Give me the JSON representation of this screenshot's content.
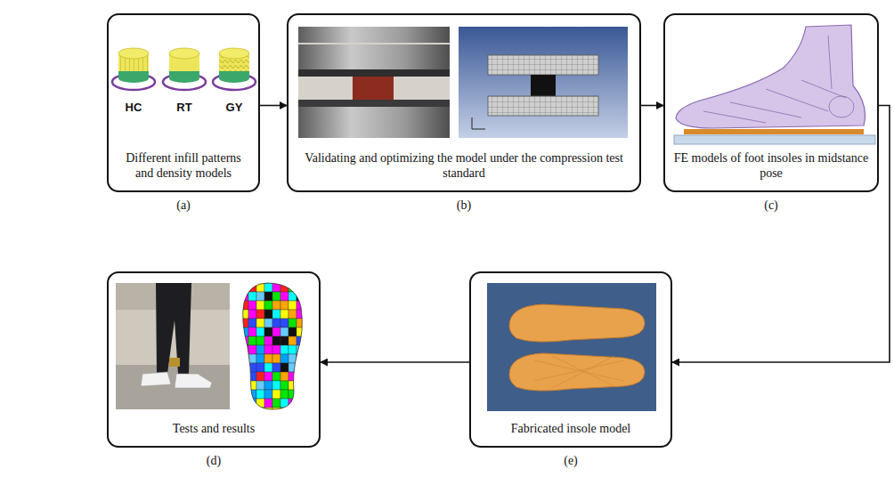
{
  "diagram": {
    "nodes": [
      {
        "text": [
          "Different infill patterns and density models",
          "(a)"
        ]
      },
      {
        "text": [
          "Validating and optimizing the model under the compression test standard",
          "(b)"
        ]
      },
      {
        "text": [
          "FE models of foot insoles in midstance pose",
          "(c)"
        ]
      },
      {
        "text": [
          "Tests and results",
          "(d)"
        ]
      },
      {
        "text": [
          "Fabricated insole model",
          "(e)"
        ]
      }
    ],
    "edges": [
      {
        "from": 0,
        "to": 1,
        "arrow": "to"
      },
      {
        "from": 1,
        "to": 2,
        "arrow": "to"
      },
      {
        "from": 2,
        "to": 4,
        "arrow": "to"
      },
      {
        "from": 4,
        "to": 3,
        "arrow": "to"
      }
    ],
    "labels": [
      "HC",
      "RT",
      "GY"
    ]
  }
}
